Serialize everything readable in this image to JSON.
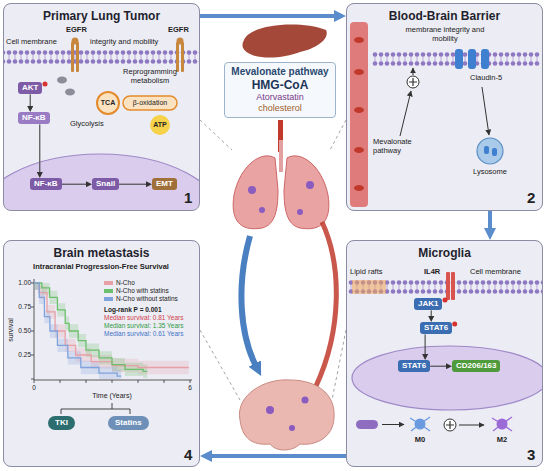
{
  "diagram": {
    "nodes": [
      {
        "text": [
          "Primary Lung Tumor"
        ]
      },
      {
        "text": [
          "AKT"
        ],
        "in": 0
      },
      {
        "text": [
          "NF-κB"
        ],
        "in": 0
      },
      {
        "text": [
          "NF-κB"
        ],
        "in": 0
      },
      {
        "text": [
          "Snail"
        ],
        "in": 0
      },
      {
        "text": [
          "EMT"
        ],
        "in": 0
      },
      {
        "text": [
          "Mevalonate pathway",
          "HMG-CoA",
          "Atorvastatin",
          "cholesterol"
        ]
      },
      {
        "text": [
          "Blood-Brain Barrier"
        ]
      },
      {
        "text": [
          "Brain metastasis"
        ]
      },
      {
        "text": [
          "TKI"
        ],
        "in": 8
      },
      {
        "text": [
          "Statins"
        ],
        "in": 8
      },
      {
        "text": [
          "Microglia"
        ]
      },
      {
        "text": [
          "JAK1"
        ],
        "in": 11
      },
      {
        "text": [
          "STAT6"
        ],
        "in": 11
      },
      {
        "text": [
          "STAT6"
        ],
        "in": 11
      },
      {
        "text": [
          "CD206/163"
        ],
        "in": 11
      }
    ],
    "edges": [
      {
        "from": 0,
        "to": 7,
        "arrow": "to"
      },
      {
        "from": 7,
        "to": 11,
        "arrow": "to"
      },
      {
        "from": 11,
        "to": 8,
        "arrow": "to"
      },
      {
        "from": 1,
        "to": 2,
        "arrow": "to"
      },
      {
        "from": 2,
        "to": 3,
        "arrow": "to"
      },
      {
        "from": 3,
        "to": 4,
        "arrow": "to"
      },
      {
        "from": 4,
        "to": 5,
        "arrow": "to"
      },
      {
        "from": 12,
        "to": 13,
        "arrow": "to"
      },
      {
        "from": 13,
        "to": 14,
        "arrow": "to"
      },
      {
        "from": 14,
        "to": 15,
        "arrow": "to"
      }
    ],
    "labels": [
      "Cell membrane",
      "EGFR",
      "EGFR",
      "integrity and mobility",
      "Reprogramming metabolism",
      "TCA",
      "β-oxidation",
      "Glycolysis",
      "ATP",
      "1",
      "membrane integrity and mobility",
      "Claudin-5",
      "Mevalonate pathway",
      "Lysosome",
      "2",
      "Intracranial Progression-Free Survival",
      "Log-rank P = 0.001",
      "Median survival: 0.81 Years",
      "Median survival: 1.35 Years",
      "Median survival: 0.61 Years",
      "survival",
      "1.00",
      "0.75",
      "0.50",
      "0.25",
      "0",
      "6",
      "Time (Years)",
      "4",
      "Lipid rafts",
      "IL4R",
      "Cell membrane",
      "M0",
      "M2",
      "3"
    ],
    "legend": [
      {
        "text": "N-Cho",
        "color": "#e8a0a6"
      },
      {
        "text": "N-Cho with statins",
        "color": "#6cbf6c"
      },
      {
        "text": "N-Cho without statins",
        "color": "#7fa3dc"
      }
    ]
  }
}
